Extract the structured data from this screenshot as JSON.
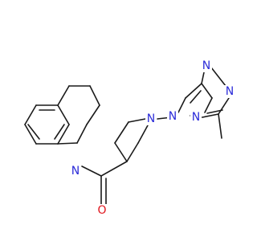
{
  "molecule": {
    "colors": {
      "bond": "#1a1a1a",
      "nitrogen": "#2b2bd9",
      "oxygen": "#e0141c",
      "background": "#ffffff"
    },
    "atom_labels": [
      {
        "key": "n_tetrahydroisoquinoline",
        "text": "N",
        "element": "nitrogen"
      },
      {
        "key": "o_carbonyl",
        "text": "O",
        "element": "oxygen"
      },
      {
        "key": "n_piperidine",
        "text": "N",
        "element": "nitrogen"
      },
      {
        "key": "n_triazole_1",
        "text": "N",
        "element": "nitrogen"
      },
      {
        "key": "n_triazole_2",
        "text": "N",
        "element": "nitrogen"
      },
      {
        "key": "n_bridgehead",
        "text": "N",
        "element": "nitrogen"
      },
      {
        "key": "n_pyridazine",
        "text": "N",
        "element": "nitrogen"
      }
    ]
  }
}
